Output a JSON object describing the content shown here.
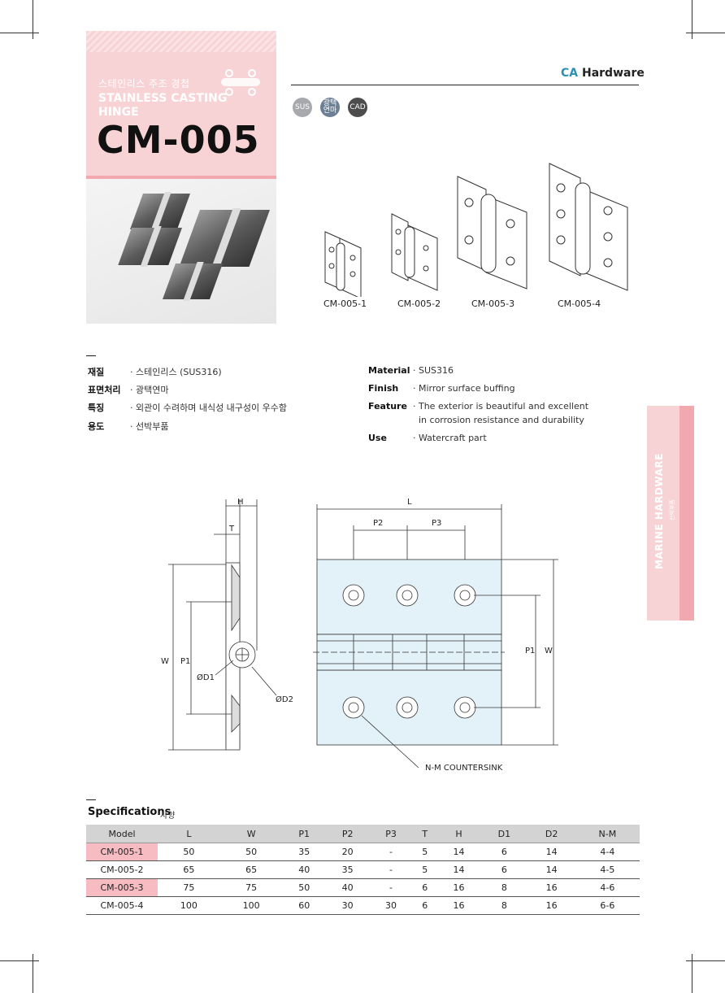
{
  "header": {
    "korean_title": "스테인리스 주조 경첩",
    "english_title": "STAINLESS CASTING HINGE",
    "model": "CM-005"
  },
  "brand": {
    "logo": "CA",
    "name": "Hardware"
  },
  "badges": [
    {
      "label": "SUS",
      "color": "#a7a9ac"
    },
    {
      "label": "광택연마",
      "color": "#6d7f95"
    },
    {
      "label": "CAD",
      "color": "#4d4d4d"
    }
  ],
  "variants": [
    "CM-005-1",
    "CM-005-2",
    "CM-005-3",
    "CM-005-4"
  ],
  "specs_kr": [
    {
      "key": "재질",
      "value": "· 스테인리스 (SUS316)"
    },
    {
      "key": "표면처리",
      "value": "· 광택연마"
    },
    {
      "key": "특징",
      "value": "· 외관이 수려하며 내식성 내구성이 우수함"
    },
    {
      "key": "용도",
      "value": "· 선박부품"
    }
  ],
  "specs_en": [
    {
      "key": "Material",
      "value": "· SUS316"
    },
    {
      "key": "Finish",
      "value": "· Mirror surface buffing"
    },
    {
      "key": "Feature",
      "value": "· The exterior is beautiful and excellent",
      "value2": "in corrosion resistance and durability"
    },
    {
      "key": "Use",
      "value": "· Watercraft part"
    }
  ],
  "side_tab": {
    "title": "MARINE HARDWARE",
    "subtitle": "선박부품"
  },
  "drawing": {
    "H": "H",
    "T": "T",
    "W": "W",
    "P1": "P1",
    "D1": "ØD1",
    "D2": "ØD2",
    "L": "L",
    "P2": "P2",
    "P3": "P3",
    "W2": "W",
    "P1b": "P1",
    "countersink": "N-M COUNTERSINK",
    "plate_color": "#e3f2f8"
  },
  "table": {
    "title": "Specifications",
    "title_kr": "사양",
    "headers": [
      "Model",
      "L",
      "W",
      "P1",
      "P2",
      "P3",
      "T",
      "H",
      "D1",
      "D2",
      "N-M"
    ],
    "rows": [
      [
        "CM-005-1",
        "50",
        "50",
        "35",
        "20",
        "-",
        "5",
        "14",
        "6",
        "14",
        "4-4"
      ],
      [
        "CM-005-2",
        "65",
        "65",
        "40",
        "35",
        "-",
        "5",
        "14",
        "6",
        "14",
        "4-5"
      ],
      [
        "CM-005-3",
        "75",
        "75",
        "50",
        "40",
        "-",
        "6",
        "16",
        "8",
        "16",
        "4-6"
      ],
      [
        "CM-005-4",
        "100",
        "100",
        "60",
        "30",
        "30",
        "6",
        "16",
        "8",
        "16",
        "6-6"
      ]
    ]
  }
}
